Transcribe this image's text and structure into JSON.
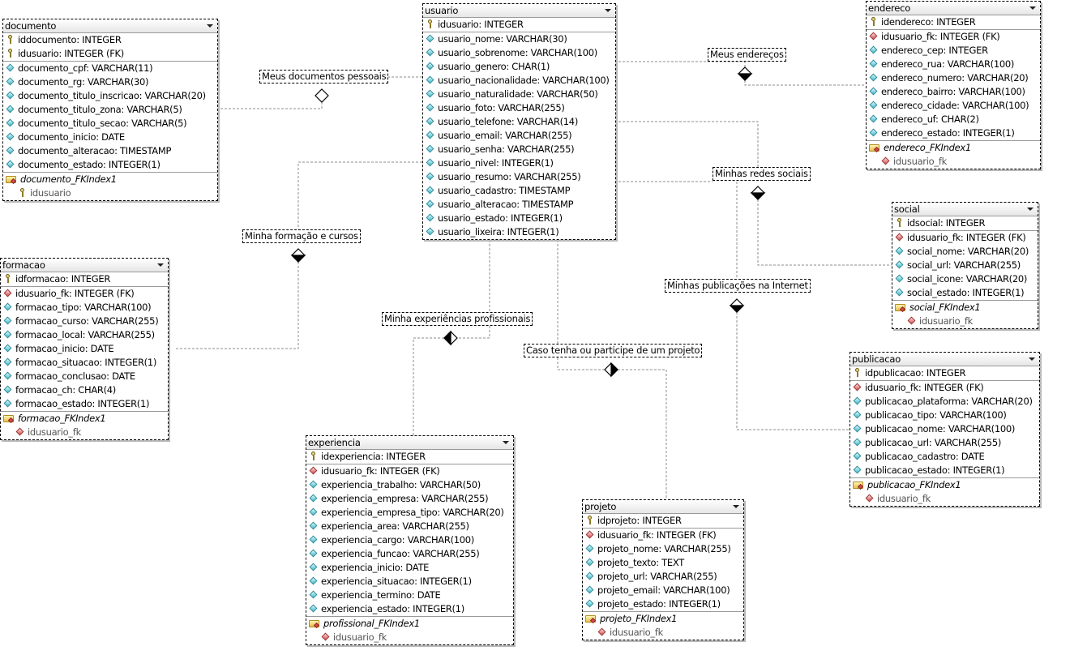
{
  "tables": [
    {
      "id": "documento",
      "name": "documento",
      "keys": [
        {
          "icon": "key",
          "text": "iddocumento: INTEGER"
        },
        {
          "icon": "key",
          "text": "idusuario: INTEGER (FK)"
        }
      ],
      "columns": [
        {
          "icon": "attr",
          "text": "documento_cpf: VARCHAR(11)"
        },
        {
          "icon": "attr",
          "text": "documento_rg: VARCHAR(30)"
        },
        {
          "icon": "attr",
          "text": "documento_titulo_inscricao: VARCHAR(20)"
        },
        {
          "icon": "attr",
          "text": "documento_titulo_zona: VARCHAR(5)"
        },
        {
          "icon": "attr",
          "text": "documento_titulo_secao: VARCHAR(5)"
        },
        {
          "icon": "attr",
          "text": "documento_inicio: DATE"
        },
        {
          "icon": "attr",
          "text": "documento_alteracao: TIMESTAMP"
        },
        {
          "icon": "attr",
          "text": "documento_estado: INTEGER(1)"
        }
      ],
      "index": {
        "name": "documento_FKIndex1",
        "fields": [
          {
            "icon": "key",
            "text": "idusuario"
          }
        ]
      }
    },
    {
      "id": "usuario",
      "name": "usuario",
      "keys": [
        {
          "icon": "key",
          "text": "idusuario: INTEGER"
        }
      ],
      "columns": [
        {
          "icon": "attr",
          "text": "usuario_nome: VARCHAR(30)"
        },
        {
          "icon": "attr",
          "text": "usuario_sobrenome: VARCHAR(100)"
        },
        {
          "icon": "attr",
          "text": "usuario_genero: CHAR(1)"
        },
        {
          "icon": "attr",
          "text": "usuario_nacionalidade: VARCHAR(100)"
        },
        {
          "icon": "attr",
          "text": "usuario_naturalidade: VARCHAR(50)"
        },
        {
          "icon": "attr",
          "text": "usuario_foto: VARCHAR(255)"
        },
        {
          "icon": "attr",
          "text": "usuario_telefone: VARCHAR(14)"
        },
        {
          "icon": "attr",
          "text": "usuario_email: VARCHAR(255)"
        },
        {
          "icon": "attr",
          "text": "usuario_senha: VARCHAR(255)"
        },
        {
          "icon": "attr",
          "text": "usuario_nivel: INTEGER(1)"
        },
        {
          "icon": "attr",
          "text": "usuario_resumo: VARCHAR(255)"
        },
        {
          "icon": "attr",
          "text": "usuario_cadastro: TIMESTAMP"
        },
        {
          "icon": "attr",
          "text": "usuario_alteracao: TIMESTAMP"
        },
        {
          "icon": "attr",
          "text": "usuario_estado: INTEGER(1)"
        },
        {
          "icon": "attr",
          "text": "usuario_lixeira: INTEGER(1)"
        }
      ],
      "index": null
    },
    {
      "id": "endereco",
      "name": "endereco",
      "keys": [
        {
          "icon": "key",
          "text": "idendereco: INTEGER"
        }
      ],
      "columns": [
        {
          "icon": "fk",
          "text": "idusuario_fk: INTEGER (FK)"
        },
        {
          "icon": "attr",
          "text": "endereco_cep: INTEGER"
        },
        {
          "icon": "attr",
          "text": "endereco_rua: VARCHAR(100)"
        },
        {
          "icon": "attr",
          "text": "endereco_numero: VARCHAR(20)"
        },
        {
          "icon": "attr",
          "text": "endereco_bairro: VARCHAR(100)"
        },
        {
          "icon": "attr",
          "text": "endereco_cidade: VARCHAR(100)"
        },
        {
          "icon": "attr",
          "text": "endereco_uf: CHAR(2)"
        },
        {
          "icon": "attr",
          "text": "endereco_estado: INTEGER(1)"
        }
      ],
      "index": {
        "name": "endereco_FKIndex1",
        "fields": [
          {
            "icon": "fk",
            "text": "idusuario_fk"
          }
        ]
      }
    },
    {
      "id": "social",
      "name": "social",
      "keys": [
        {
          "icon": "key",
          "text": "idsocial: INTEGER"
        }
      ],
      "columns": [
        {
          "icon": "fk",
          "text": "idusuario_fk: INTEGER (FK)"
        },
        {
          "icon": "attr",
          "text": "social_nome: VARCHAR(20)"
        },
        {
          "icon": "attr",
          "text": "social_url: VARCHAR(255)"
        },
        {
          "icon": "attr",
          "text": "social_icone: VARCHAR(20)"
        },
        {
          "icon": "attr",
          "text": "social_estado: INTEGER(1)"
        }
      ],
      "index": {
        "name": "social_FKIndex1",
        "fields": [
          {
            "icon": "fk",
            "text": "idusuario_fk"
          }
        ]
      }
    },
    {
      "id": "formacao",
      "name": "formacao",
      "keys": [
        {
          "icon": "key",
          "text": "idformacao: INTEGER"
        }
      ],
      "columns": [
        {
          "icon": "fk",
          "text": "idusuario_fk: INTEGER (FK)"
        },
        {
          "icon": "attr",
          "text": "formacao_tipo: VARCHAR(100)"
        },
        {
          "icon": "attr",
          "text": "formacao_curso: VARCHAR(255)"
        },
        {
          "icon": "attr",
          "text": "formacao_local: VARCHAR(255)"
        },
        {
          "icon": "attr",
          "text": "formacao_inicio: DATE"
        },
        {
          "icon": "attr",
          "text": "formacao_situacao: INTEGER(1)"
        },
        {
          "icon": "attr",
          "text": "formacao_conclusao: DATE"
        },
        {
          "icon": "attr",
          "text": "formacao_ch: CHAR(4)"
        },
        {
          "icon": "attr",
          "text": "formacao_estado: INTEGER(1)"
        }
      ],
      "index": {
        "name": "formacao_FKIndex1",
        "fields": [
          {
            "icon": "fk",
            "text": "idusuario_fk"
          }
        ]
      }
    },
    {
      "id": "publicacao",
      "name": "publicacao",
      "keys": [
        {
          "icon": "key",
          "text": "idpublicacao: INTEGER"
        }
      ],
      "columns": [
        {
          "icon": "fk",
          "text": "idusuario_fk: INTEGER (FK)"
        },
        {
          "icon": "attr",
          "text": "publicacao_plataforma: VARCHAR(20)"
        },
        {
          "icon": "attr",
          "text": "publicacao_tipo: VARCHAR(100)"
        },
        {
          "icon": "attr",
          "text": "publicacao_nome: VARCHAR(100)"
        },
        {
          "icon": "attr",
          "text": "publicacao_url: VARCHAR(255)"
        },
        {
          "icon": "attr",
          "text": "publicacao_cadastro: DATE"
        },
        {
          "icon": "attr",
          "text": "publicacao_estado: INTEGER(1)"
        }
      ],
      "index": {
        "name": "publicacao_FKIndex1",
        "fields": [
          {
            "icon": "fk",
            "text": "idusuario_fk"
          }
        ]
      }
    },
    {
      "id": "experiencia",
      "name": "experiencia",
      "keys": [
        {
          "icon": "key",
          "text": "idexperiencia: INTEGER"
        }
      ],
      "columns": [
        {
          "icon": "fk",
          "text": "idusuario_fk: INTEGER (FK)"
        },
        {
          "icon": "attr",
          "text": "experiencia_trabalho: VARCHAR(50)"
        },
        {
          "icon": "attr",
          "text": "experiencia_empresa: VARCHAR(255)"
        },
        {
          "icon": "attr",
          "text": "experiencia_empresa_tipo: VARCHAR(20)"
        },
        {
          "icon": "attr",
          "text": "experiencia_area: VARCHAR(255)"
        },
        {
          "icon": "attr",
          "text": "experiencia_cargo: VARCHAR(100)"
        },
        {
          "icon": "attr",
          "text": "experiencia_funcao: VARCHAR(255)"
        },
        {
          "icon": "attr",
          "text": "experiencia_inicio: DATE"
        },
        {
          "icon": "attr",
          "text": "experiencia_situacao: INTEGER(1)"
        },
        {
          "icon": "attr",
          "text": "experiencia_termino: DATE"
        },
        {
          "icon": "attr",
          "text": "experiencia_estado: INTEGER(1)"
        }
      ],
      "index": {
        "name": "profissional_FKIndex1",
        "fields": [
          {
            "icon": "fk",
            "text": "idusuario_fk"
          }
        ]
      }
    },
    {
      "id": "projeto",
      "name": "projeto",
      "keys": [
        {
          "icon": "key",
          "text": "idprojeto: INTEGER"
        }
      ],
      "columns": [
        {
          "icon": "fk",
          "text": "idusuario_fk: INTEGER (FK)"
        },
        {
          "icon": "attr",
          "text": "projeto_nome: VARCHAR(255)"
        },
        {
          "icon": "attr",
          "text": "projeto_texto: TEXT"
        },
        {
          "icon": "attr",
          "text": "projeto_url: VARCHAR(255)"
        },
        {
          "icon": "attr",
          "text": "projeto_email: VARCHAR(100)"
        },
        {
          "icon": "attr",
          "text": "projeto_estado: INTEGER(1)"
        }
      ],
      "index": {
        "name": "projeto_FKIndex1",
        "fields": [
          {
            "icon": "fk",
            "text": "idusuario_fk"
          }
        ]
      }
    }
  ],
  "relationships": [
    {
      "id": "rel-documento",
      "label": "Meus documentos pessoais",
      "from": "usuario",
      "to": "documento",
      "symbol": "diamond-empty"
    },
    {
      "id": "rel-endereco",
      "label": "Meus endereços",
      "from": "usuario",
      "to": "endereco",
      "symbol": "diamond-half-bottom"
    },
    {
      "id": "rel-social",
      "label": "Minhas redes sociais",
      "from": "usuario",
      "to": "social",
      "symbol": "diamond-half-bottom"
    },
    {
      "id": "rel-formacao",
      "label": "Minha formação e cursos",
      "from": "usuario",
      "to": "formacao",
      "symbol": "diamond-half-bottom"
    },
    {
      "id": "rel-experiencia",
      "label": "Minha experiências profissionais",
      "from": "usuario",
      "to": "experiencia",
      "symbol": "diamond-half-left"
    },
    {
      "id": "rel-projeto",
      "label": "Caso tenha ou participe de um projeto",
      "from": "usuario",
      "to": "projeto",
      "symbol": "diamond-half-right"
    },
    {
      "id": "rel-publicacao",
      "label": "Minhas publicações na Internet",
      "from": "usuario",
      "to": "publicacao",
      "symbol": "diamond-half-bottom"
    }
  ]
}
